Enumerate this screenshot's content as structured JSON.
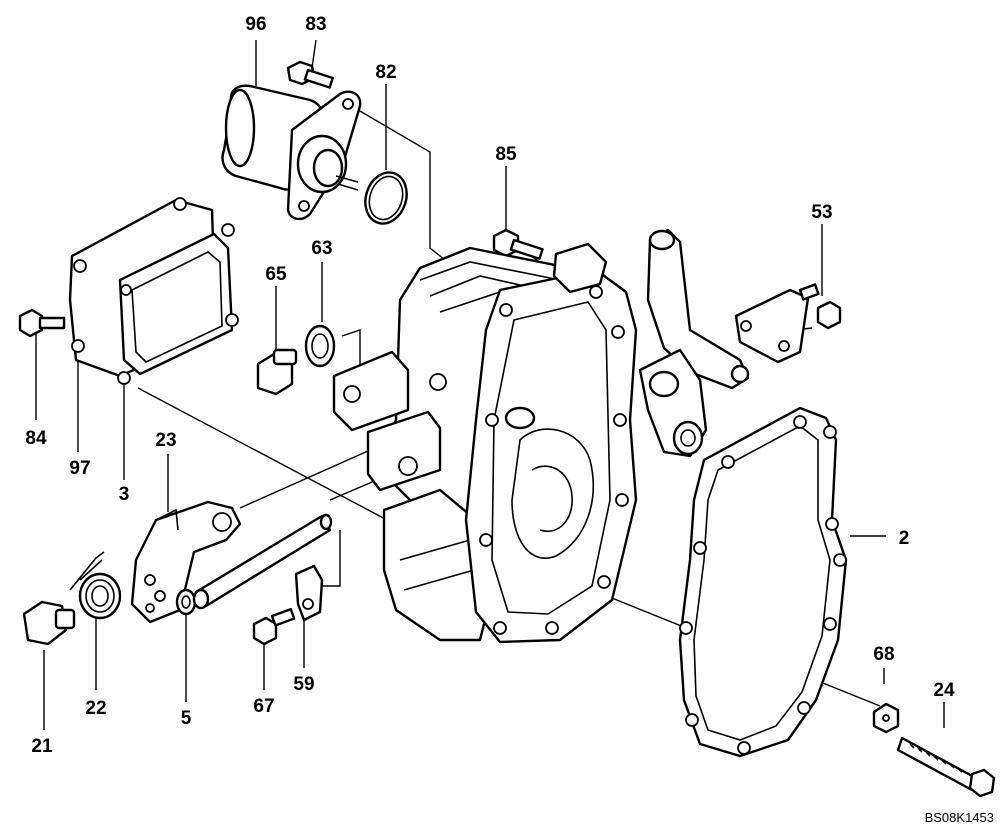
{
  "diagram": {
    "code": "BS08K1453",
    "callouts": [
      {
        "id": "96",
        "text": "96"
      },
      {
        "id": "83",
        "text": "83"
      },
      {
        "id": "82",
        "text": "82"
      },
      {
        "id": "85",
        "text": "85"
      },
      {
        "id": "53",
        "text": "53"
      },
      {
        "id": "65",
        "text": "65"
      },
      {
        "id": "63",
        "text": "63"
      },
      {
        "id": "84",
        "text": "84"
      },
      {
        "id": "97",
        "text": "97"
      },
      {
        "id": "3",
        "text": "3"
      },
      {
        "id": "23",
        "text": "23"
      },
      {
        "id": "2",
        "text": "2"
      },
      {
        "id": "22",
        "text": "22"
      },
      {
        "id": "21",
        "text": "21"
      },
      {
        "id": "5",
        "text": "5"
      },
      {
        "id": "67",
        "text": "67"
      },
      {
        "id": "59",
        "text": "59"
      },
      {
        "id": "68",
        "text": "68"
      },
      {
        "id": "24",
        "text": "24"
      }
    ]
  }
}
